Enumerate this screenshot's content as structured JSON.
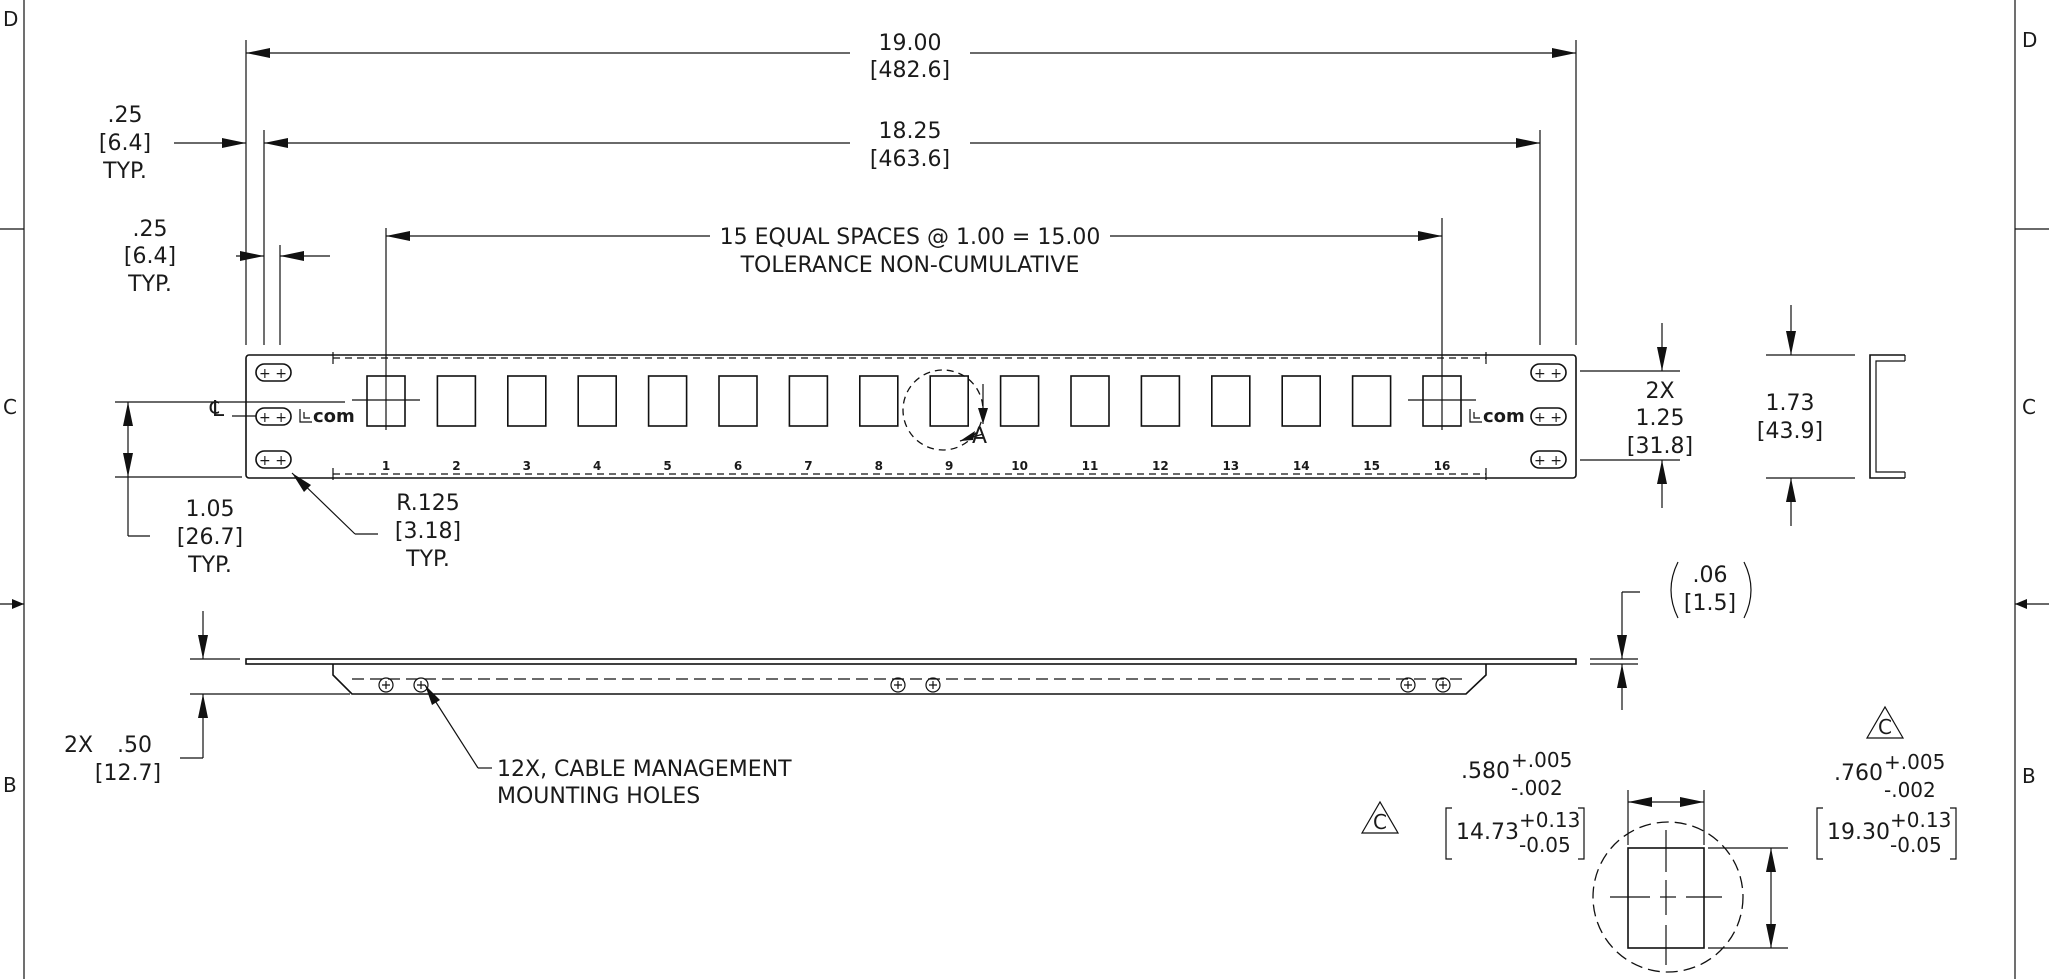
{
  "border": {
    "zone_left_top": "D",
    "zone_left_mid": "C",
    "zone_left_bot": "B",
    "zone_right_top": "D",
    "zone_right_mid": "C",
    "zone_right_bot": "B"
  },
  "dims": {
    "overall_in": "19.00",
    "overall_mm": "[482.6]",
    "mount_in": "18.25",
    "mount_mm": "[463.6]",
    "edge_in": ".25",
    "edge_mm": "[6.4]",
    "edge_typ": "TYP.",
    "slot_in": ".25",
    "slot_mm": "[6.4]",
    "slot_typ": "TYP.",
    "spaces_line1": "15 EQUAL SPACES @ 1.00  = 15.00",
    "spaces_line2": "TOLERANCE NON-CUMULATIVE",
    "hole_qty": "2X",
    "hole_in": "1.25",
    "hole_mm": "[31.8]",
    "height_in": "1.73",
    "height_mm": "[43.9]",
    "cl_in": "1.05",
    "cl_mm": "[26.7]",
    "cl_typ": "TYP.",
    "radius_in": "R.125",
    "radius_mm": "[3.18]",
    "radius_typ": "TYP.",
    "thick_in": ".06",
    "thick_mm": "[1.5]",
    "depth_qty": "2X",
    "depth_in": ".50",
    "depth_mm": "[12.7]",
    "cable_note1": "12X, CABLE MANAGEMENT",
    "cable_note2": "MOUNTING HOLES",
    "cutout_w_in": ".580",
    "cutout_w_tol_plus": "+.005",
    "cutout_w_tol_minus": "-.002",
    "cutout_w_mm": "14.73",
    "cutout_w_mm_plus": "+0.13",
    "cutout_w_mm_minus": "-0.05",
    "cutout_h_in": ".760",
    "cutout_h_tol_plus": "+.005",
    "cutout_h_tol_minus": "-.002",
    "cutout_h_mm": "19.30",
    "cutout_h_mm_plus": "+0.13",
    "cutout_h_mm_minus": "-0.05",
    "rev_mark": "C",
    "detail_label": "A",
    "centerline_symbol": "℄"
  },
  "panel": {
    "brand": "com",
    "port_numbers": [
      "1",
      "2",
      "3",
      "4",
      "5",
      "6",
      "7",
      "8",
      "9",
      "10",
      "11",
      "12",
      "13",
      "14",
      "15",
      "16"
    ]
  }
}
